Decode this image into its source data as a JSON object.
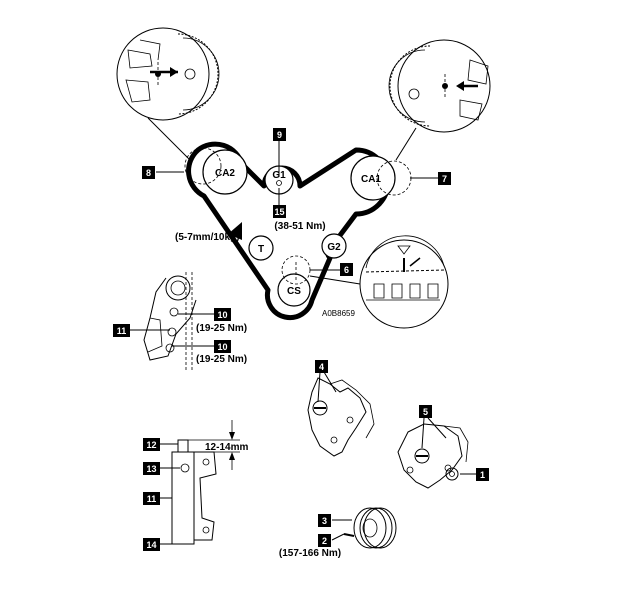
{
  "pulleys": {
    "ca2": "CA2",
    "ca1": "CA1",
    "g1": "G1",
    "g2": "G2",
    "t": "T",
    "cs": "CS"
  },
  "torques": {
    "g1_bolt": "(38-51 Nm)",
    "tension": "(5-7mm/10kg)",
    "tensioner_bolt_upper": "(19-25 Nm)",
    "tensioner_bolt_lower": "(19-25 Nm)",
    "crank_bolt": "(157-166 Nm)"
  },
  "dimension": "12-14mm",
  "figure_code": "A0B8659",
  "callouts": {
    "c1": "1",
    "c2": "2",
    "c3": "3",
    "c4": "4",
    "c5": "5",
    "c6": "6",
    "c7": "7",
    "c8": "8",
    "c9": "9",
    "c10a": "10",
    "c10b": "10",
    "c11a": "11",
    "c11b": "11",
    "c12": "12",
    "c13": "13",
    "c14": "14",
    "c15": "15"
  }
}
